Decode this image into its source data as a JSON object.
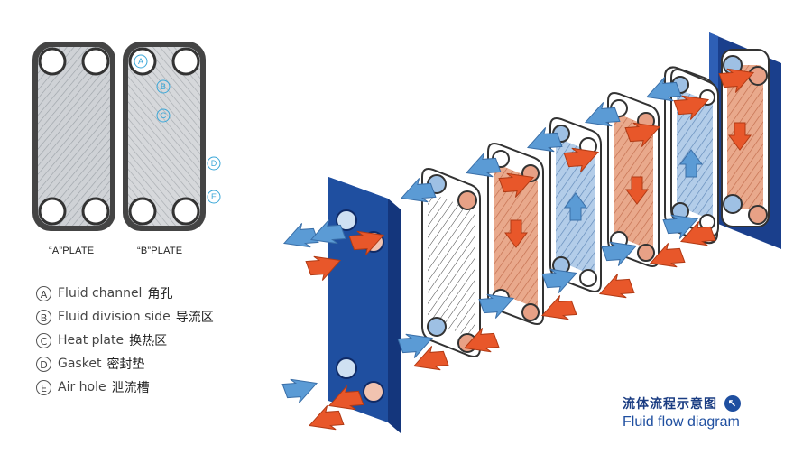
{
  "plates": {
    "a_label": "“A”PLATE",
    "b_label": "“B”PLATE"
  },
  "markers": [
    "A",
    "B",
    "C",
    "D",
    "E"
  ],
  "legend": [
    {
      "mark": "A",
      "en": "Fluid channel",
      "cn": "角孔"
    },
    {
      "mark": "B",
      "en": "Fluid division side",
      "cn": "导流区"
    },
    {
      "mark": "C",
      "en": "Heat plate",
      "cn": "换热区"
    },
    {
      "mark": "D",
      "en": "Gasket",
      "cn": "密封垫"
    },
    {
      "mark": "E",
      "en": "Air hole",
      "cn": "泄流槽"
    }
  ],
  "flow_title": {
    "cn": "流体流程示意图",
    "en": "Fluid flow diagram",
    "icon": "arrow-up-left-icon"
  },
  "colors": {
    "cold_flow": "#5b9bd5",
    "hot_flow": "#e8572a",
    "frame": "#1f4fa0",
    "hot_plate": "#e6a68a",
    "cold_plate": "#a9c6e6",
    "label_blue": "#3aa7d8"
  }
}
